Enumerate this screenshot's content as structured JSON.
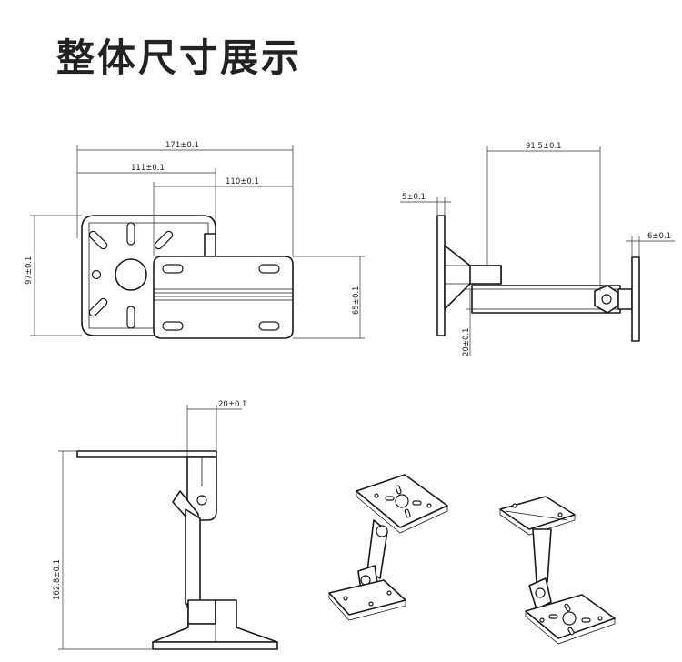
{
  "title": "整体尺寸展示",
  "dimensions": {
    "total_width": "171±0.1",
    "inner_width_1": "111±0.1",
    "inner_width_2": "110±0.1",
    "height": "97±0.1",
    "plate_height": "65±0.1",
    "reach": "91.5±0.1",
    "plate_thickness_left": "5±0.1",
    "plate_thickness_right": "6±0.1",
    "arm_width": "20±0.1",
    "offset_20": "20±0.1",
    "overall_height": "162.8±0.1"
  }
}
